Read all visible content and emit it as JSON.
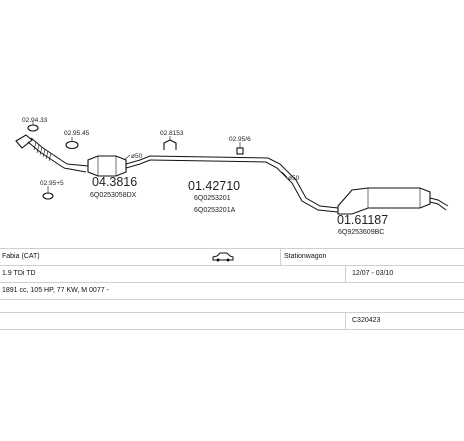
{
  "diagram": {
    "parts": [
      {
        "id": "p_02_94_33",
        "label": "02.94.33"
      },
      {
        "id": "p_02_95_45",
        "label": "02.95.45"
      },
      {
        "id": "p_02_95_5",
        "label": "02.95+5"
      },
      {
        "id": "p_04_3816",
        "number": "04.3816",
        "oem": "6Q0253058DX"
      },
      {
        "id": "p_01_42710",
        "number": "01.42710",
        "oem1": "6Q0253201",
        "oem2": "6Q0253201A"
      },
      {
        "id": "p_02_8153",
        "label": "02.8153"
      },
      {
        "id": "p_02_95_6",
        "label": "02.95/6"
      },
      {
        "id": "p_01_61187",
        "number": "01.61187",
        "oem": "6Q9253609BC"
      }
    ],
    "diameters": {
      "d1": "ø50",
      "d2": "ø50"
    }
  },
  "info": {
    "model": "Fabia  (CAT)",
    "body_type": "Stationwagon",
    "engine": "1.9 TDi TD",
    "date_range": "12/07 - 03/10",
    "specs": "1891 cc, 105 HP, 77 KW, M 0077 -",
    "code": "C320423"
  }
}
